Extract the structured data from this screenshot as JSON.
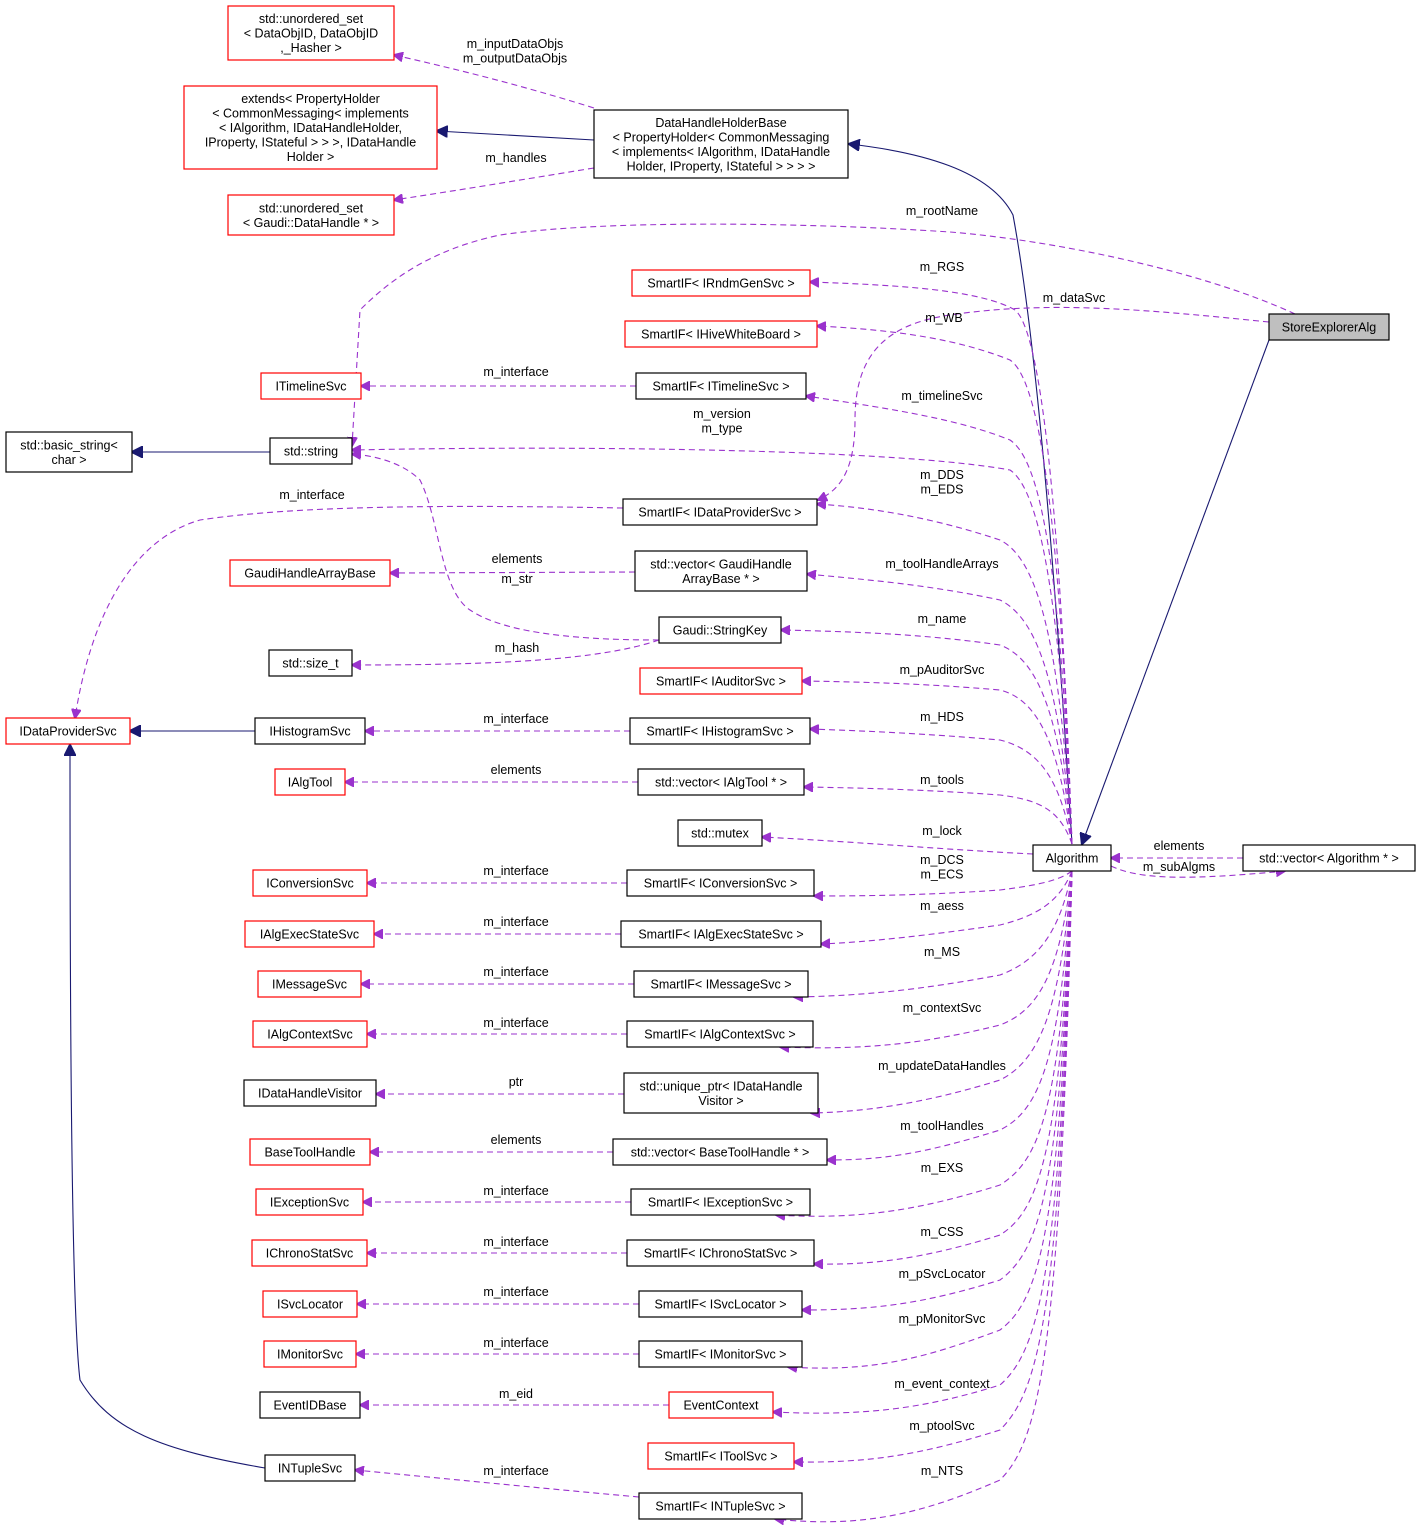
{
  "nodes": [
    {
      "id": "uset_dataobj",
      "style": "red",
      "lines": [
        "std::unordered_set",
        "< DataObjID, DataObjID",
        ",_Hasher >"
      ]
    },
    {
      "id": "extends",
      "style": "red",
      "lines": [
        "extends< PropertyHolder",
        "< CommonMessaging< implements",
        "< IAlgorithm, IDataHandleHolder,",
        "IProperty, IStateful > > >, IDataHandle",
        "Holder >"
      ]
    },
    {
      "id": "uset_handle",
      "style": "red",
      "lines": [
        "std::unordered_set",
        "< Gaudi::DataHandle * >"
      ]
    },
    {
      "id": "dhhb",
      "style": "black",
      "lines": [
        "DataHandleHolderBase",
        "< PropertyHolder< CommonMessaging",
        "< implements< IAlgorithm, IDataHandle",
        "Holder, IProperty, IStateful > > > >"
      ]
    },
    {
      "id": "storeexplorer",
      "style": "focus",
      "lines": [
        "StoreExplorerAlg"
      ]
    },
    {
      "id": "sif_rndm",
      "style": "red",
      "lines": [
        "SmartIF< IRndmGenSvc >"
      ]
    },
    {
      "id": "sif_hive",
      "style": "red",
      "lines": [
        "SmartIF< IHiveWhiteBoard >"
      ]
    },
    {
      "id": "itimeline",
      "style": "red",
      "lines": [
        "ITimelineSvc"
      ]
    },
    {
      "id": "sif_timeline",
      "style": "black",
      "lines": [
        "SmartIF< ITimelineSvc >"
      ]
    },
    {
      "id": "basic_string",
      "style": "black",
      "lines": [
        "std::basic_string<",
        "char >"
      ]
    },
    {
      "id": "stdstring",
      "style": "black",
      "lines": [
        "std::string"
      ]
    },
    {
      "id": "sif_dataprov",
      "style": "black",
      "lines": [
        "SmartIF< IDataProviderSvc >"
      ]
    },
    {
      "id": "ghab",
      "style": "red",
      "lines": [
        "GaudiHandleArrayBase"
      ]
    },
    {
      "id": "vec_ghab",
      "style": "black",
      "lines": [
        "std::vector< GaudiHandle",
        "ArrayBase * >"
      ]
    },
    {
      "id": "stringkey",
      "style": "black",
      "lines": [
        "Gaudi::StringKey"
      ]
    },
    {
      "id": "size_t",
      "style": "black",
      "lines": [
        "std::size_t"
      ]
    },
    {
      "id": "sif_auditor",
      "style": "red",
      "lines": [
        "SmartIF< IAuditorSvc >"
      ]
    },
    {
      "id": "idataprov",
      "style": "red",
      "lines": [
        "IDataProviderSvc"
      ]
    },
    {
      "id": "ihisto",
      "style": "black",
      "lines": [
        "IHistogramSvc"
      ]
    },
    {
      "id": "sif_histo",
      "style": "black",
      "lines": [
        "SmartIF< IHistogramSvc >"
      ]
    },
    {
      "id": "ialgtool",
      "style": "red",
      "lines": [
        "IAlgTool"
      ]
    },
    {
      "id": "vec_ialgtool",
      "style": "black",
      "lines": [
        "std::vector< IAlgTool * >"
      ]
    },
    {
      "id": "mutex",
      "style": "black",
      "lines": [
        "std::mutex"
      ]
    },
    {
      "id": "algorithm",
      "style": "black",
      "lines": [
        "Algorithm"
      ]
    },
    {
      "id": "vec_algorithm",
      "style": "black",
      "lines": [
        "std::vector< Algorithm * >"
      ]
    },
    {
      "id": "iconversion",
      "style": "red",
      "lines": [
        "IConversionSvc"
      ]
    },
    {
      "id": "sif_conversion",
      "style": "black",
      "lines": [
        "SmartIF< IConversionSvc >"
      ]
    },
    {
      "id": "ialgexec",
      "style": "red",
      "lines": [
        "IAlgExecStateSvc"
      ]
    },
    {
      "id": "sif_algexec",
      "style": "black",
      "lines": [
        "SmartIF< IAlgExecStateSvc >"
      ]
    },
    {
      "id": "imessage",
      "style": "red",
      "lines": [
        "IMessageSvc"
      ]
    },
    {
      "id": "sif_message",
      "style": "black",
      "lines": [
        "SmartIF< IMessageSvc >"
      ]
    },
    {
      "id": "ialgcontext",
      "style": "red",
      "lines": [
        "IAlgContextSvc"
      ]
    },
    {
      "id": "sif_algcontext",
      "style": "black",
      "lines": [
        "SmartIF< IAlgContextSvc >"
      ]
    },
    {
      "id": "idhvisitor",
      "style": "black",
      "lines": [
        "IDataHandleVisitor"
      ]
    },
    {
      "id": "uptr_visitor",
      "style": "black",
      "lines": [
        "std::unique_ptr< IDataHandle",
        "Visitor >"
      ]
    },
    {
      "id": "basetoolhandle",
      "style": "red",
      "lines": [
        "BaseToolHandle"
      ]
    },
    {
      "id": "vec_basetool",
      "style": "black",
      "lines": [
        "std::vector< BaseToolHandle * >"
      ]
    },
    {
      "id": "iexception",
      "style": "red",
      "lines": [
        "IExceptionSvc"
      ]
    },
    {
      "id": "sif_exception",
      "style": "black",
      "lines": [
        "SmartIF< IExceptionSvc >"
      ]
    },
    {
      "id": "ichrono",
      "style": "red",
      "lines": [
        "IChronoStatSvc"
      ]
    },
    {
      "id": "sif_chrono",
      "style": "black",
      "lines": [
        "SmartIF< IChronoStatSvc >"
      ]
    },
    {
      "id": "isvclocator",
      "style": "red",
      "lines": [
        "ISvcLocator"
      ]
    },
    {
      "id": "sif_svclocator",
      "style": "black",
      "lines": [
        "SmartIF< ISvcLocator >"
      ]
    },
    {
      "id": "imonitor",
      "style": "red",
      "lines": [
        "IMonitorSvc"
      ]
    },
    {
      "id": "sif_monitor",
      "style": "black",
      "lines": [
        "SmartIF< IMonitorSvc >"
      ]
    },
    {
      "id": "eventidbase",
      "style": "black",
      "lines": [
        "EventIDBase"
      ]
    },
    {
      "id": "eventcontext",
      "style": "red",
      "lines": [
        "EventContext"
      ]
    },
    {
      "id": "sif_toolsvc",
      "style": "red",
      "lines": [
        "SmartIF< IToolSvc >"
      ]
    },
    {
      "id": "intuple",
      "style": "black",
      "lines": [
        "INTupleSvc"
      ]
    },
    {
      "id": "sif_ntuple",
      "style": "black",
      "lines": [
        "SmartIF< INTupleSvc >"
      ]
    }
  ],
  "edge_labels": [
    {
      "id": "lbl_io",
      "lines": [
        "m_inputDataObjs",
        "m_outputDataObjs"
      ]
    },
    {
      "id": "lbl_handles",
      "lines": [
        "m_handles"
      ]
    },
    {
      "id": "lbl_rootname",
      "lines": [
        "m_rootName"
      ]
    },
    {
      "id": "lbl_datasvc",
      "lines": [
        "m_dataSvc"
      ]
    },
    {
      "id": "lbl_rgs",
      "lines": [
        "m_RGS"
      ]
    },
    {
      "id": "lbl_wb",
      "lines": [
        "m_WB"
      ]
    },
    {
      "id": "lbl_timeline_if",
      "lines": [
        "m_interface"
      ]
    },
    {
      "id": "lbl_timelinesvc",
      "lines": [
        "m_timelineSvc"
      ]
    },
    {
      "id": "lbl_version",
      "lines": [
        "m_version",
        "m_type"
      ]
    },
    {
      "id": "lbl_dataprov_if",
      "lines": [
        "m_interface"
      ]
    },
    {
      "id": "lbl_dds",
      "lines": [
        "m_DDS",
        "m_EDS"
      ]
    },
    {
      "id": "lbl_ghab_el",
      "lines": [
        "elements"
      ]
    },
    {
      "id": "lbl_str",
      "lines": [
        "m_str"
      ]
    },
    {
      "id": "lbl_toolharr",
      "lines": [
        "m_toolHandleArrays"
      ]
    },
    {
      "id": "lbl_hash",
      "lines": [
        "m_hash"
      ]
    },
    {
      "id": "lbl_name",
      "lines": [
        "m_name"
      ]
    },
    {
      "id": "lbl_pauditor",
      "lines": [
        "m_pAuditorSvc"
      ]
    },
    {
      "id": "lbl_histo_if",
      "lines": [
        "m_interface"
      ]
    },
    {
      "id": "lbl_hds",
      "lines": [
        "m_HDS"
      ]
    },
    {
      "id": "lbl_algtool_el",
      "lines": [
        "elements"
      ]
    },
    {
      "id": "lbl_tools",
      "lines": [
        "m_tools"
      ]
    },
    {
      "id": "lbl_lock",
      "lines": [
        "m_lock"
      ]
    },
    {
      "id": "lbl_alg_el",
      "lines": [
        "elements"
      ]
    },
    {
      "id": "lbl_subalgms",
      "lines": [
        "m_subAlgms"
      ]
    },
    {
      "id": "lbl_dcs",
      "lines": [
        "m_DCS",
        "m_ECS"
      ]
    },
    {
      "id": "lbl_conv_if",
      "lines": [
        "m_interface"
      ]
    },
    {
      "id": "lbl_aess",
      "lines": [
        "m_aess"
      ]
    },
    {
      "id": "lbl_algexec_if",
      "lines": [
        "m_interface"
      ]
    },
    {
      "id": "lbl_ms",
      "lines": [
        "m_MS"
      ]
    },
    {
      "id": "lbl_msg_if",
      "lines": [
        "m_interface"
      ]
    },
    {
      "id": "lbl_contextsvc",
      "lines": [
        "m_contextSvc"
      ]
    },
    {
      "id": "lbl_ctx_if",
      "lines": [
        "m_interface"
      ]
    },
    {
      "id": "lbl_updatedh",
      "lines": [
        "m_updateDataHandles"
      ]
    },
    {
      "id": "lbl_ptr",
      "lines": [
        "ptr"
      ]
    },
    {
      "id": "lbl_toolhandles",
      "lines": [
        "m_toolHandles"
      ]
    },
    {
      "id": "lbl_bth_el",
      "lines": [
        "elements"
      ]
    },
    {
      "id": "lbl_exs",
      "lines": [
        "m_EXS"
      ]
    },
    {
      "id": "lbl_exc_if",
      "lines": [
        "m_interface"
      ]
    },
    {
      "id": "lbl_css",
      "lines": [
        "m_CSS"
      ]
    },
    {
      "id": "lbl_chrono_if",
      "lines": [
        "m_interface"
      ]
    },
    {
      "id": "lbl_psvcloc",
      "lines": [
        "m_pSvcLocator"
      ]
    },
    {
      "id": "lbl_svcloc_if",
      "lines": [
        "m_interface"
      ]
    },
    {
      "id": "lbl_pmonitor",
      "lines": [
        "m_pMonitorSvc"
      ]
    },
    {
      "id": "lbl_mon_if",
      "lines": [
        "m_interface"
      ]
    },
    {
      "id": "lbl_evctx",
      "lines": [
        "m_event_context"
      ]
    },
    {
      "id": "lbl_eid",
      "lines": [
        "m_eid"
      ]
    },
    {
      "id": "lbl_ptoolsvc",
      "lines": [
        "m_ptoolSvc"
      ]
    },
    {
      "id": "lbl_nts",
      "lines": [
        "m_NTS"
      ]
    },
    {
      "id": "lbl_ntuple_if",
      "lines": [
        "m_interface"
      ]
    }
  ],
  "colors": {
    "usage_edge": "#9a32cd",
    "inheritance_edge": "#191970",
    "red_node_border": "#ff0000",
    "black_node_border": "#000000",
    "focus_node_fill": "#bfbfbf"
  }
}
